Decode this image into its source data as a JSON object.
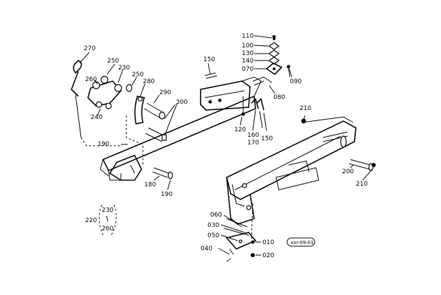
{
  "parts": {
    "p270": "270",
    "p250a": "250",
    "p230a": "230",
    "p260a": "260",
    "p250b": "250",
    "p280": "280",
    "p290": "290",
    "p300": "300",
    "p240": "240",
    "p190a": "190",
    "p150a": "150",
    "p110": "110",
    "p100": "100",
    "p130": "130",
    "p140": "140",
    "p070": "070",
    "p090": "090",
    "p080": "080",
    "p120": "120",
    "p160": "160",
    "p170": "170",
    "p150b": "150",
    "p210a": "210",
    "p200": "200",
    "p210b": "210",
    "p180": "180",
    "p190b": "190",
    "p060": "060",
    "p030": "030",
    "p050": "050",
    "p010": "010",
    "p040": "040",
    "p020": "020",
    "p220": "220",
    "p230b": "230",
    "p260b": "260"
  },
  "drawing_code": "xxr-09-01"
}
